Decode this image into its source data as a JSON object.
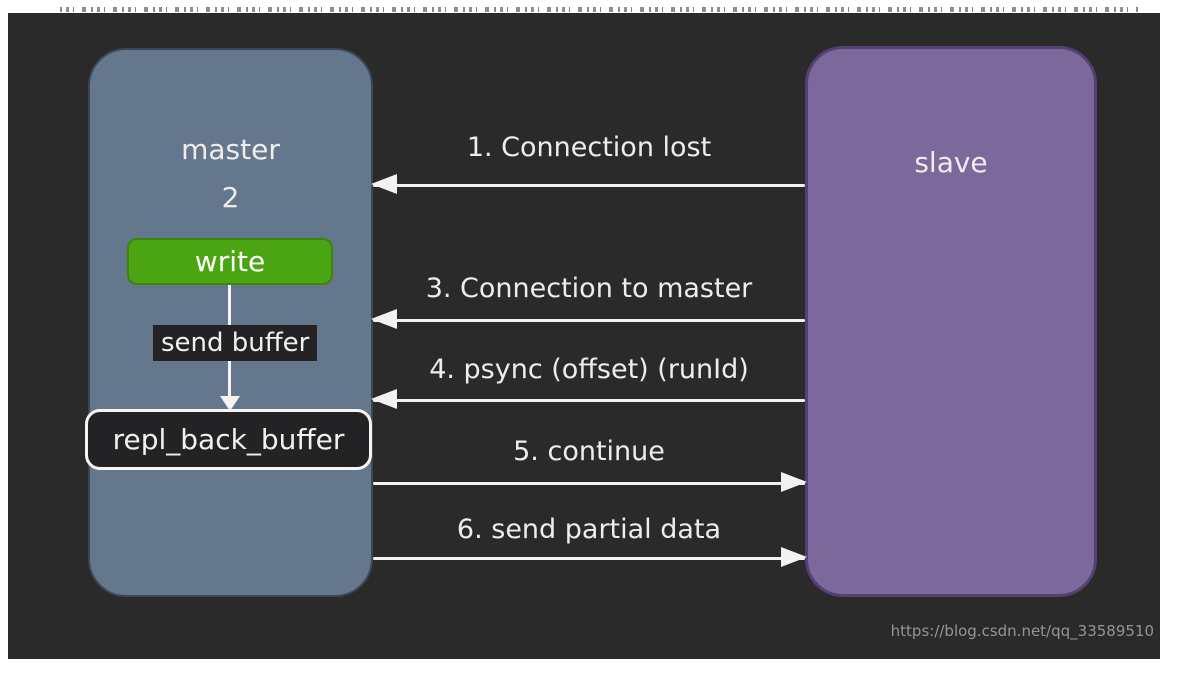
{
  "colors": {
    "canvas_bg": "#2b2a2a",
    "master_fill": "#64778c",
    "master_border": "#3b4657",
    "slave_fill": "#7c699c",
    "slave_border": "#553f73",
    "write_fill": "#4ba512",
    "write_border": "#3a850e",
    "dark_label_bg": "#232325",
    "arrow_color": "#f2f2f2",
    "text_light": "#eeecec",
    "watermark_color": "#959595"
  },
  "master": {
    "title": "master",
    "counter": "2",
    "write_label": "write",
    "send_buffer_label": "send buffer",
    "repl_back_buffer_label": "repl_back_buffer"
  },
  "slave": {
    "title": "slave"
  },
  "arrows": [
    {
      "label": "1. Connection lost",
      "direction": "left"
    },
    {
      "label": "3. Connection to master",
      "direction": "left"
    },
    {
      "label": "4. psync (offset) (runId)",
      "direction": "left"
    },
    {
      "label": "5. continue",
      "direction": "right"
    },
    {
      "label": "6. send partial data",
      "direction": "right"
    }
  ],
  "watermark": "https://blog.csdn.net/qq_33589510"
}
